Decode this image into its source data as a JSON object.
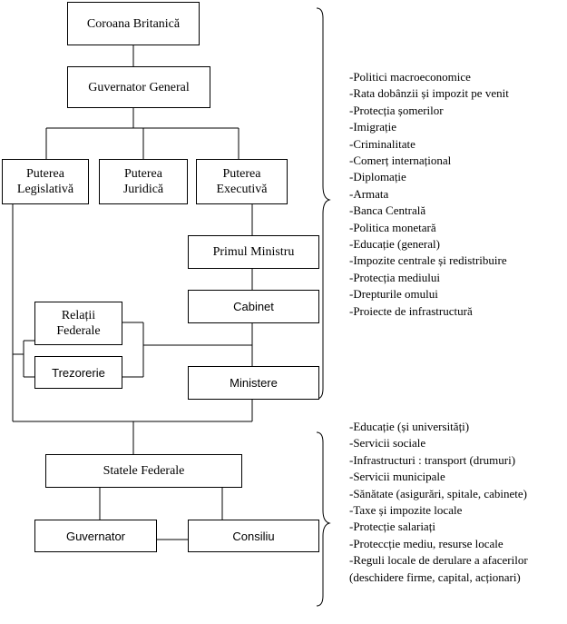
{
  "nodes": {
    "crown": "Coroana Britanică",
    "governor_general": "Guvernator General",
    "legislative": "Puterea\nLegislativă",
    "judicial": "Puterea\nJuridică",
    "executive": "Puterea\nExecutivă",
    "prime_minister": "Primul Ministru",
    "cabinet": "Cabinet",
    "federal_relations": "Relații\nFederale",
    "treasury": "Trezorerie",
    "ministries": "Ministere",
    "federal_states": "Statele Federale",
    "governor": "Guvernator",
    "council": "Consiliu"
  },
  "federal_responsibilities": [
    "-Politici macroeconomice",
    "-Rata dobânzii și impozit pe venit",
    "-Protecția șomerilor",
    "-Imigrație",
    "-Criminalitate",
    "-Comerț internațional",
    "-Diplomație",
    "-Armata",
    "-Banca Centrală",
    "-Politica monetară",
    "-Educație (general)",
    "-Impozite centrale și redistribuire",
    "-Protecția mediului",
    "-Drepturile omului",
    "-Proiecte de infrastructură"
  ],
  "state_responsibilities": [
    "-Educație (și universități)",
    "-Servicii sociale",
    "-Infrastructuri : transport (drumuri)",
    "-Servicii municipale",
    "-Sănătate (asigurări, spitale, cabinete)",
    "-Taxe și impozite locale",
    "-Protecție salariați",
    "-Proteccție mediu, resurse locale",
    "-Reguli locale de derulare a afacerilor (deschidere firme, capital, acționari)"
  ]
}
